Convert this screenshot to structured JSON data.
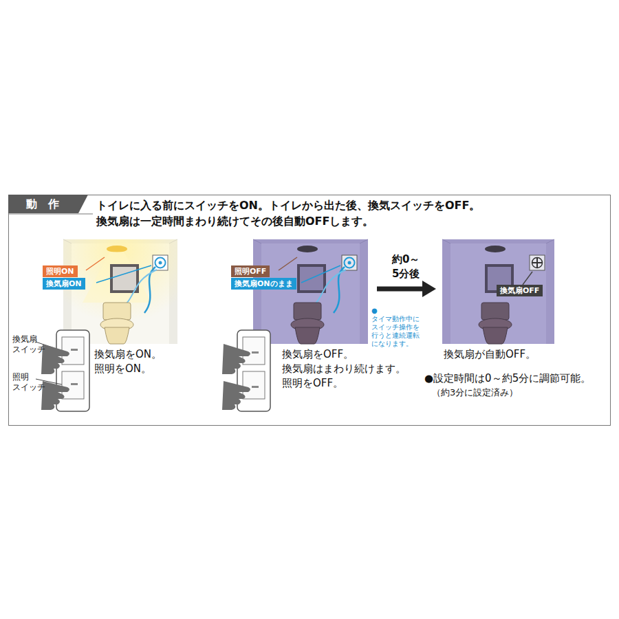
{
  "diagram": {
    "nodes": [
      {
        "text": [
          "動　作"
        ]
      },
      {
        "text": [
          "照明ON"
        ]
      },
      {
        "text": [
          "換気扇ON"
        ]
      },
      {
        "text": [
          "照明OFF"
        ]
      },
      {
        "text": [
          "換気扇ONのまま"
        ]
      },
      {
        "text": [
          "換気扇OFF"
        ]
      }
    ],
    "labels": [
      "トイレに入る前にスイッチをON。トイレから出た後、換気スイッチをOFF。",
      "換気扇は一定時間まわり続けてその後自動OFFします。",
      "換気扇 スイッチ",
      "照明 スイッチ",
      "換気扇をON。 照明をON。",
      "換気扇をOFF。 換気扇はまわり続けます。 照明をOFF。",
      "約0～ 5分後",
      "●タイマ動作中に スイッチ操作を 行うと連続運転 になります。",
      "換気扇が自動OFF。",
      "●設定時間は0～約5分に調節可能。",
      "（約3分に設定済み）"
    ]
  }
}
